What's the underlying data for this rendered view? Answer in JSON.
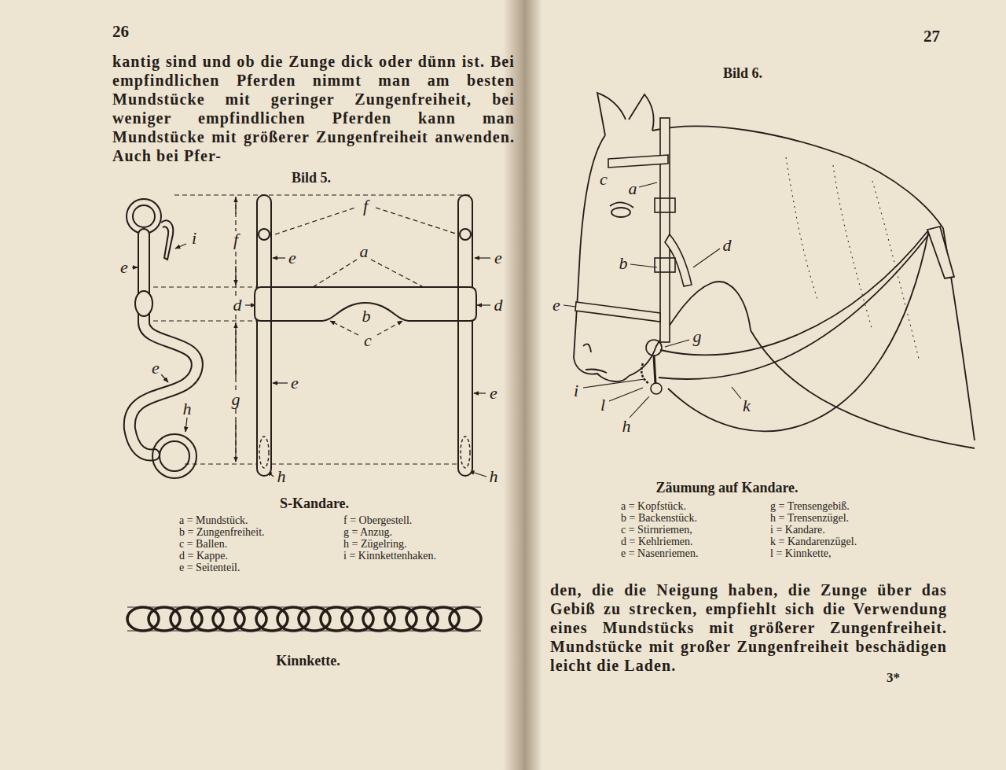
{
  "diagram": {
    "labels": [
      "26",
      "kantig sind und ob die Zunge dick oder dünn ist. Bei empfindlichen Pferden nimmt man am besten Mundstücke mit geringer Zungenfreiheit, bei weniger empfindlichen Pferden kann man Mundstücke mit größerer Zungenfreiheit anwenden. Auch bei Pfer-",
      "Bild 5.",
      "f",
      "f",
      "i",
      "e",
      "e",
      "e",
      "a",
      "d",
      "d",
      "b",
      "c",
      "e",
      "e",
      "e",
      "g",
      "h",
      "h",
      "h",
      "S-Kandare.",
      "a = Mundstück.",
      "b = Zungenfreiheit.",
      "c = Ballen.",
      "d = Kappe.",
      "e = Seitenteil.",
      "f = Obergestell.",
      "g = Anzug.",
      "h = Zügelring.",
      "i = Kinnkettenhaken.",
      "Kinnkette.",
      "27",
      "Bild 6.",
      "c",
      "a",
      "d",
      "b",
      "e",
      "g",
      "i",
      "l",
      "h",
      "k",
      "Zäumung auf Kandare.",
      "a = Kopfstück.",
      "b = Backenstück.",
      "c = Stirnriemen,",
      "d = Kehlriemen.",
      "e = Nasenriemen.",
      "g = Trensengebiß.",
      "h = Trensenzügel.",
      "i = Kandare.",
      "k = Kandarenzügel.",
      "l = Kinnkette,",
      "den, die die Neigung haben, die Zunge über das Gebiß zu strecken, empfiehlt sich die Verwendung eines Mundstücks mit größerer Zungenfreiheit. Mundstücke mit großer Zungenfreiheit beschädigen leicht die Laden.",
      "3*"
    ]
  }
}
